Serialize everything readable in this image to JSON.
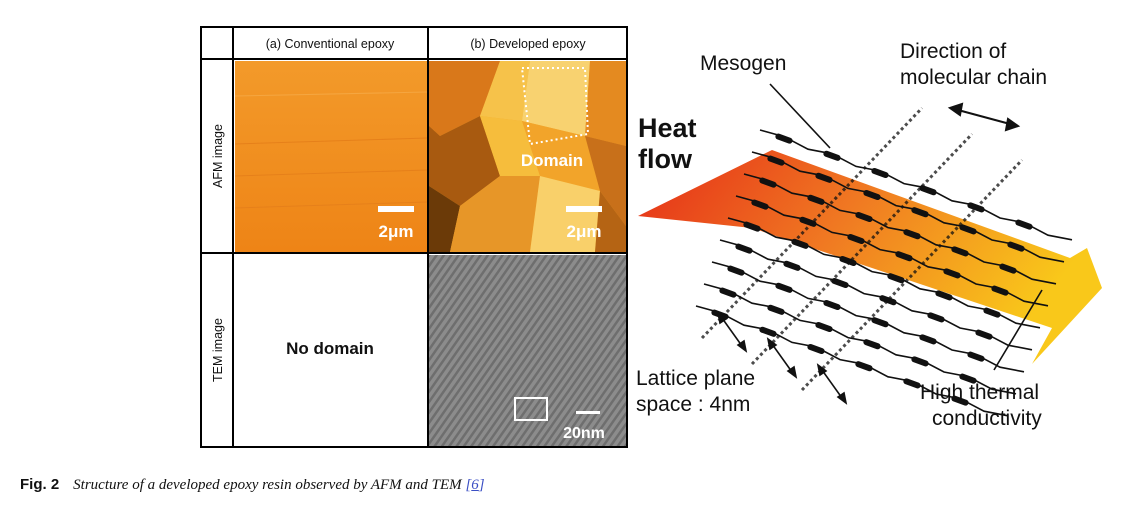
{
  "table": {
    "col_a": "(a) Conventional epoxy",
    "col_b": "(b) Developed epoxy",
    "row_afm": "AFM image",
    "row_tem": "TEM image",
    "scale_afm_a": "2μm",
    "scale_afm_b": "2μm",
    "domain_label": "Domain",
    "no_domain": "No domain",
    "scale_tem": "20nm"
  },
  "diagram": {
    "mesogen": "Mesogen",
    "direction_line1": "Direction of",
    "direction_line2": "molecular chain",
    "heat_line1": "Heat",
    "heat_line2": "flow",
    "lattice_line1": "Lattice plane",
    "lattice_line2": "space : 4nm",
    "high_line1": "High thermal",
    "high_line2": "conductivity"
  },
  "caption": {
    "label": "Fig. 2",
    "text": "Structure of a developed epoxy resin observed by AFM and TEM",
    "ref_open": "[",
    "ref": "6",
    "ref_close": "]"
  },
  "colors": {
    "afm_orange": "#f08a1e",
    "heat_red": "#e8361a",
    "heat_yellow": "#f7c21a"
  }
}
